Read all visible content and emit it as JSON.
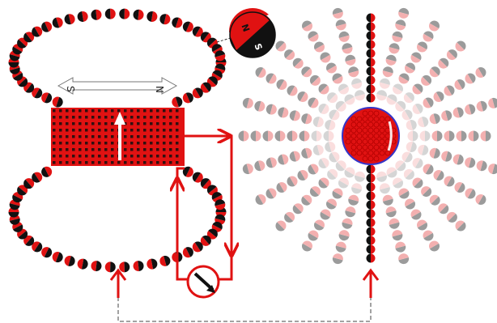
{
  "colors": {
    "red": "#e01212",
    "black": "#111111",
    "grey": "#8a8a8a",
    "pink": "#f2a3a3",
    "blue": "#3535c8"
  },
  "compass": {
    "north_label": "N",
    "south_label": "S"
  },
  "bar_magnet_arrow": {
    "left_label": "S",
    "right_label": "N"
  },
  "icons": {
    "compass": "compass-needle-icon",
    "meter": "galvanometer-icon",
    "current": "arrow-up-icon"
  }
}
